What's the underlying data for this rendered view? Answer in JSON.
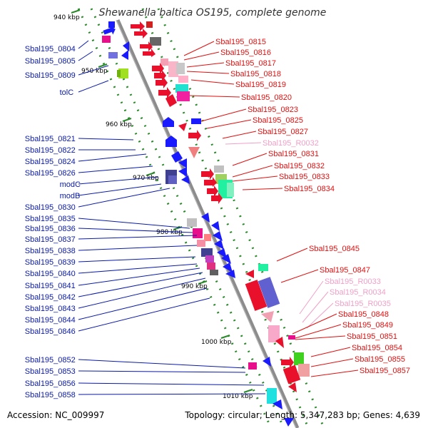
{
  "title": "Shewanella baltica OS195, complete genome",
  "footer": {
    "accession": "Accession: NC_009997",
    "topology": "Topology: circular; Length: 5,347,283 bp; Genes: 4,639"
  },
  "colors": {
    "left_label": "#0a1aa8",
    "right_label": "#e01010",
    "rna_label": "#f0a0c8",
    "backbone": "#8c8c8c",
    "tick": "#2a8a2a"
  },
  "ticks": [
    {
      "label": "940 kbp"
    },
    {
      "label": "950 kbp"
    },
    {
      "label": "960 kbp"
    },
    {
      "label": "970 kbp"
    },
    {
      "label": "980 kbp"
    },
    {
      "label": "990 kbp"
    },
    {
      "label": "1000 kbp"
    },
    {
      "label": "1010 kbp"
    }
  ],
  "left_labels": [
    "Sbal195_0804",
    "Sbal195_0805",
    "Sbal195_0809",
    "tolC",
    "Sbal195_0821",
    "Sbal195_0822",
    "Sbal195_0824",
    "Sbal195_0826",
    "modC",
    "modB",
    "Sbal195_0830",
    "Sbal195_0835",
    "Sbal195_0836",
    "Sbal195_0837",
    "Sbal195_0838",
    "Sbal195_0839",
    "Sbal195_0840",
    "Sbal195_0841",
    "Sbal195_0842",
    "Sbal195_0843",
    "Sbal195_0844",
    "Sbal195_0846",
    "Sbal195_0852",
    "Sbal195_0853",
    "Sbal195_0856",
    "Sbal195_0858"
  ],
  "right_labels": [
    {
      "text": "Sbal195_0815",
      "rna": false
    },
    {
      "text": "Sbal195_0816",
      "rna": false
    },
    {
      "text": "Sbal195_0817",
      "rna": false
    },
    {
      "text": "Sbal195_0818",
      "rna": false
    },
    {
      "text": "Sbal195_0819",
      "rna": false
    },
    {
      "text": "Sbal195_0820",
      "rna": false
    },
    {
      "text": "Sbal195_0823",
      "rna": false
    },
    {
      "text": "Sbal195_0825",
      "rna": false
    },
    {
      "text": "Sbal195_0827",
      "rna": false
    },
    {
      "text": "Sbal195_R0032",
      "rna": true
    },
    {
      "text": "Sbal195_0831",
      "rna": false
    },
    {
      "text": "Sbal195_0832",
      "rna": false
    },
    {
      "text": "Sbal195_0833",
      "rna": false
    },
    {
      "text": "Sbal195_0834",
      "rna": false
    },
    {
      "text": "Sbal195_0845",
      "rna": false
    },
    {
      "text": "Sbal195_0847",
      "rna": false
    },
    {
      "text": "Sbal195_R0033",
      "rna": true
    },
    {
      "text": "Sbal195_R0034",
      "rna": true
    },
    {
      "text": "Sbal195_R0035",
      "rna": true
    },
    {
      "text": "Sbal195_0848",
      "rna": false
    },
    {
      "text": "Sbal195_0849",
      "rna": false
    },
    {
      "text": "Sbal195_0851",
      "rna": false
    },
    {
      "text": "Sbal195_0854",
      "rna": false
    },
    {
      "text": "Sbal195_0855",
      "rna": false
    },
    {
      "text": "Sbal195_0857",
      "rna": false
    }
  ]
}
